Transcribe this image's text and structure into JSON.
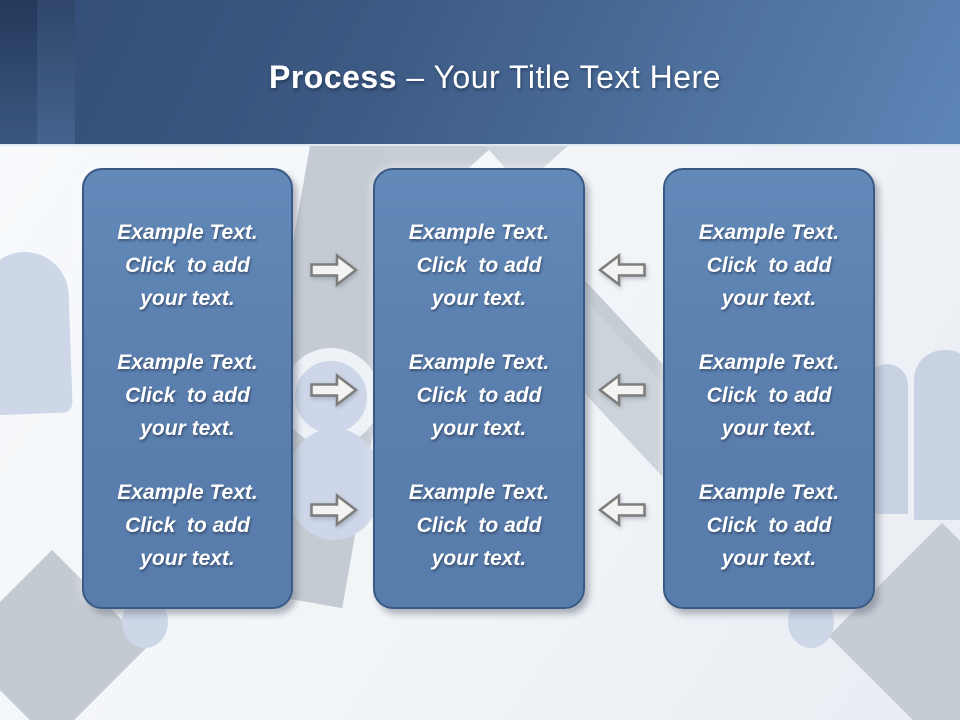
{
  "header": {
    "title_bold": "Process",
    "title_rest": " – Your Title Text Here"
  },
  "panels": [
    {
      "blocks": [
        "Example Text.\nClick  to add\nyour text.",
        "Example Text.\nClick  to add\nyour text.",
        "Example Text.\nClick  to add\nyour text."
      ]
    },
    {
      "blocks": [
        "Example Text.\nClick  to add\nyour text.",
        "Example Text.\nClick  to add\nyour text.",
        "Example Text.\nClick  to add\nyour text."
      ]
    },
    {
      "blocks": [
        "Example Text.\nClick  to add\nyour text.",
        "Example Text.\nClick  to add\nyour text.",
        "Example Text.\nClick  to add\nyour text."
      ]
    }
  ],
  "icons": {
    "left_gap_arrows": "arrow-right-icon",
    "right_gap_arrows": "arrow-left-icon",
    "background": "handshake-watermark"
  },
  "colors": {
    "header_gradient_start": "#334d75",
    "header_gradient_end": "#5d85b6",
    "accent_band_dark": "#24395b",
    "accent_band_medium": "#2f4669",
    "panel_fill": "#5d80af",
    "panel_border": "#3a5a84",
    "panel_text": "#ffffff",
    "arrow_fill": "#f3f3f1",
    "arrow_stroke": "#7d7d7d",
    "watermark_gray": "#c5cbd3",
    "watermark_blue": "#cdd7e8",
    "content_background": "#f3f6f9"
  }
}
